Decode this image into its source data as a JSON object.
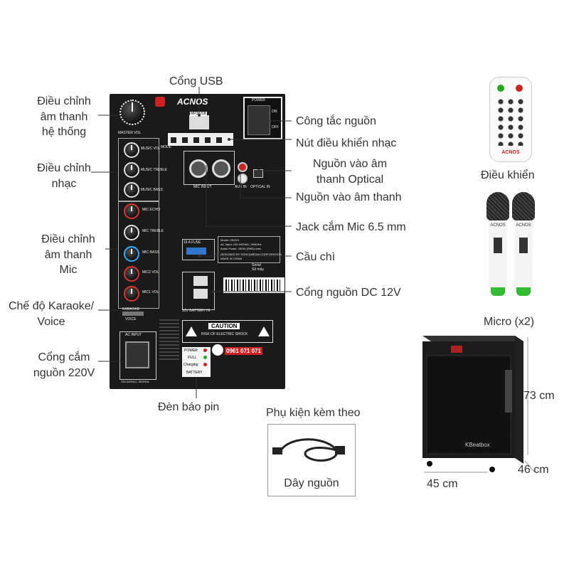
{
  "labels": {
    "usb": "Cổng USB",
    "master_vol": "Điều chỉnh\nâm thanh\nhệ thống",
    "power_switch": "Công tắc nguồn",
    "music_control_buttons": "Nút điều khiển nhạc",
    "music_adjust": "Điều chỉnh\nnhạc",
    "optical_input": "Nguồn vào âm\nthanh Optical",
    "audio_input": "Nguồn vào âm thanh",
    "mic_jack": "Jack cắm Mic 6.5 mm",
    "mic_adjust": "Điều chỉnh\nâm thanh\nMic",
    "fuse": "Cầu chì",
    "dc_port": "Cổng nguồn DC 12V",
    "karaoke_mode": "Chế độ Karaoke/\nVoice",
    "ac_port": "Cổng cắm\nnguồn 220V",
    "battery_led": "Đèn báo pin",
    "accessories": "Phụ kiện kèm theo",
    "power_cord": "Dây nguồn",
    "remote": "Điều khiển",
    "micro": "Micro (x2)"
  },
  "dimensions": {
    "height": "73 cm",
    "depth": "46 cm",
    "width": "45 cm"
  },
  "panel": {
    "brand": "ACNOS",
    "usb_label": "MP3/USB",
    "power_label": "POWER",
    "on": "ON",
    "off": "OFF",
    "master_vol": "MASTER VOL",
    "music_vol": "MUSIC VOL",
    "music_treble": "MUSIC TREBLE",
    "music_bass": "MUSIC BASS",
    "mic_echo": "MIC ECHO",
    "mic_treble": "MIC TREBLE",
    "mic_bass": "MIC BASS",
    "mic2_vol": "MIC2 VOL",
    "mic1_vol": "MIC1 VOL",
    "karaoke": "KARAOKE",
    "voice": "VOICE",
    "fuse_label": "15 A FUSE",
    "battery_in": "12V BATTERY IN",
    "ac_input": "AC INPUT",
    "ac_spec": "100-240VAC, 50/60Hz",
    "caution": "CAUTION",
    "caution_sub": "RISK OF ELECTRIC SHOCK",
    "hotline": "0961 071 071",
    "power_led": "POWER",
    "full": "FULL",
    "charging": "Charging",
    "battery": "BATTERY",
    "model": "Model: CB21G",
    "ac_input_spec": "AC Input: 100-240VAC, 50/60Hz",
    "audio_power": "Audio Power: 150W (RMS) max.",
    "designed_by": "DESIGNED BY SONCAMEDIA CORPORATION",
    "made_in": "MADE IN CHINA",
    "serial": "Serial",
    "so_may": "Số máy",
    "mode": "MODE",
    "optical": "OPTICAL IN",
    "aux": "AUX IN",
    "mic_input": "MIC INPUT"
  },
  "speaker_brand": "KBeatbox",
  "remote_brand": "ACNOS",
  "mic_brand": "ACNOS"
}
